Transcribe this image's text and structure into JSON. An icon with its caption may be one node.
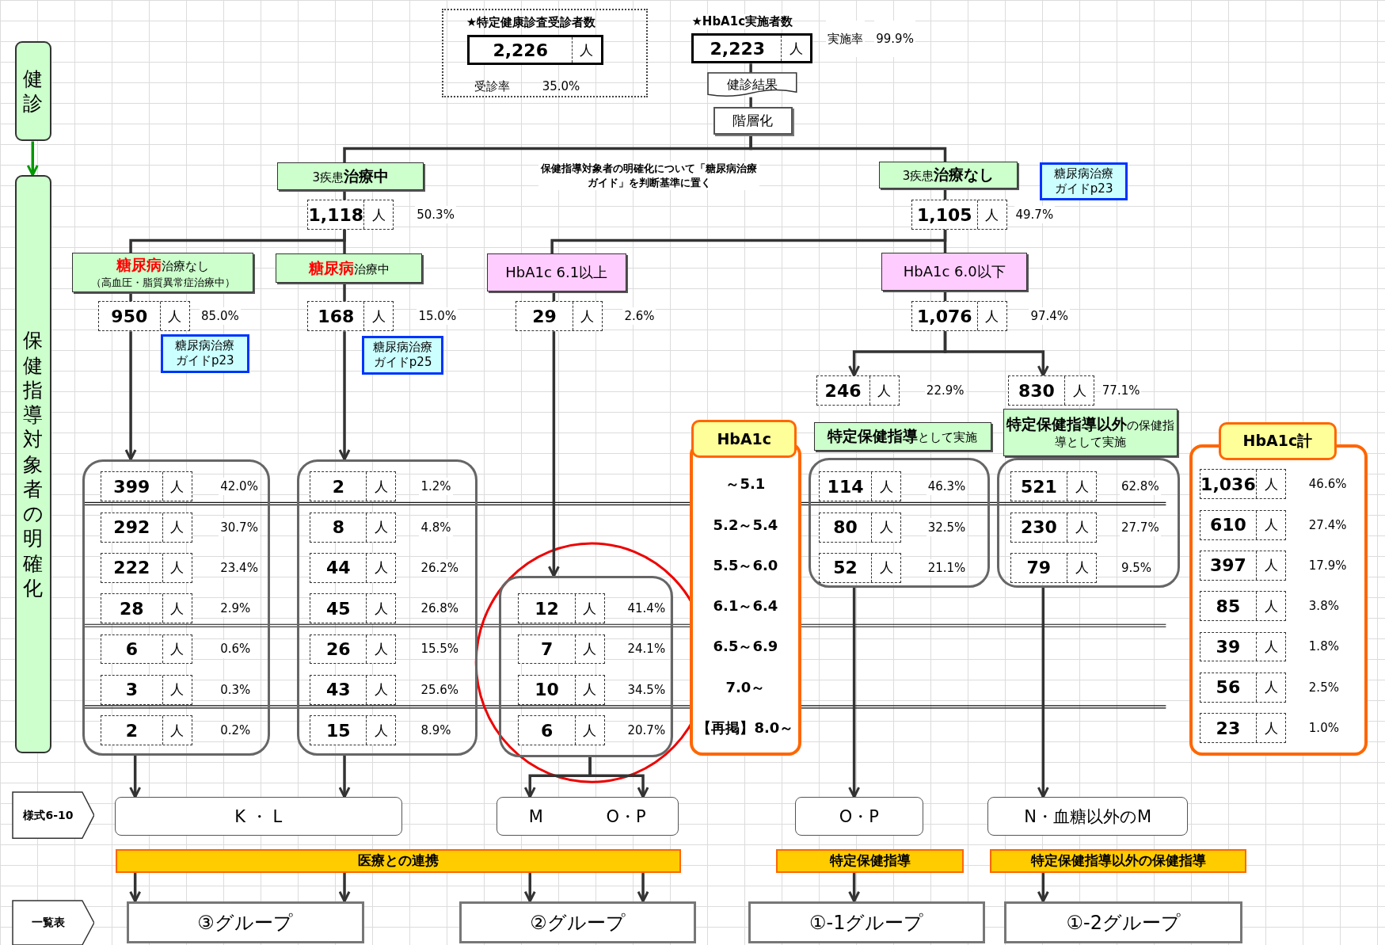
{
  "diagram": {
    "nodes": [
      {
        "text": [
          "健診"
        ]
      },
      {
        "text": [
          "保健指導対象者の明確化"
        ]
      },
      {
        "text": [
          "★特定健康診査受診者数",
          "受診率",
          "35.0%"
        ]
      },
      {
        "text": [
          "2,226",
          "人"
        ],
        "in": 2
      },
      {
        "text": [
          "★HbA1c実施者数",
          "2,223",
          "人"
        ],
        "beside": [
          "実施率",
          "99.9%"
        ]
      },
      {
        "text": [
          "健診結果"
        ]
      },
      {
        "text": [
          "階層化"
        ]
      },
      {
        "text": [
          "3疾患**治療中**"
        ]
      },
      {
        "text": [
          "1,118",
          "人"
        ],
        "beside": [
          "50.3%"
        ]
      },
      {
        "text": [
          "3疾患**治療なし**"
        ]
      },
      {
        "text": [
          "糖尿病治療ガイドp23"
        ]
      },
      {
        "text": [
          "1,105",
          "人"
        ],
        "beside": [
          "49.7%"
        ]
      },
      {
        "text": [
          "**糖尿病**治療なし",
          "（高血圧・脂質異常症治療中）"
        ]
      },
      {
        "text": [
          "**糖尿病**治療中"
        ]
      },
      {
        "text": [
          "HbA1c 6.1以上"
        ]
      },
      {
        "text": [
          "HbA1c 6.0以下"
        ]
      },
      {
        "text": [
          "950",
          "人"
        ],
        "beside": [
          "85.0%"
        ]
      },
      {
        "text": [
          "168",
          "人"
        ],
        "beside": [
          "15.0%"
        ]
      },
      {
        "text": [
          "29",
          "人"
        ],
        "beside": [
          "2.6%"
        ]
      },
      {
        "text": [
          "1,076",
          "人"
        ],
        "beside": [
          "97.4%"
        ]
      },
      {
        "text": [
          "糖尿病治療ガイドp23"
        ]
      },
      {
        "text": [
          "糖尿病治療ガイドp25"
        ]
      },
      {
        "text": [
          "246",
          "人"
        ],
        "beside": [
          "22.9%"
        ]
      },
      {
        "text": [
          "830",
          "人"
        ],
        "beside": [
          "77.1%"
        ]
      },
      {
        "text": [
          "HbA1c",
          "～5.1",
          "5.2～5.4",
          "5.5～6.0",
          "6.1～6.4",
          "6.5～6.9",
          "7.0～",
          "【再掲】8.0～"
        ]
      },
      {
        "text": [
          "**特定保健指導**として実施"
        ]
      },
      {
        "text": [
          "**特定保健指導以外**の保健指導として実施"
        ]
      },
      {
        "text": [
          "HbA1c計"
        ]
      },
      {
        "text": [],
        "shape": "box"
      },
      {
        "text": [
          "399",
          "人"
        ],
        "in": 28,
        "beside": [
          "42.0%"
        ]
      },
      {
        "text": [
          "292",
          "人"
        ],
        "in": 28,
        "beside": [
          "30.7%"
        ]
      },
      {
        "text": [
          "222",
          "人"
        ],
        "in": 28,
        "beside": [
          "23.4%"
        ]
      },
      {
        "text": [
          "28",
          "人"
        ],
        "in": 28,
        "beside": [
          "2.9%"
        ]
      },
      {
        "text": [
          "6",
          "人"
        ],
        "in": 28,
        "beside": [
          "0.6%"
        ]
      },
      {
        "text": [
          "3",
          "人"
        ],
        "in": 28,
        "beside": [
          "0.3%"
        ]
      },
      {
        "text": [
          "2",
          "人"
        ],
        "in": 28,
        "beside": [
          "0.2%"
        ]
      },
      {
        "text": [],
        "shape": "box"
      },
      {
        "text": [
          "2",
          "人"
        ],
        "in": 36,
        "beside": [
          "1.2%"
        ]
      },
      {
        "text": [
          "8",
          "人"
        ],
        "in": 36,
        "beside": [
          "4.8%"
        ]
      },
      {
        "text": [
          "44",
          "人"
        ],
        "in": 36,
        "beside": [
          "26.2%"
        ]
      },
      {
        "text": [
          "45",
          "人"
        ],
        "in": 36,
        "beside": [
          "26.8%"
        ]
      },
      {
        "text": [
          "26",
          "人"
        ],
        "in": 36,
        "beside": [
          "15.5%"
        ]
      },
      {
        "text": [
          "43",
          "人"
        ],
        "in": 36,
        "beside": [
          "25.6%"
        ]
      },
      {
        "text": [
          "15",
          "人"
        ],
        "in": 36,
        "beside": [
          "8.9%"
        ]
      },
      {
        "text": [],
        "shape": "box"
      },
      {
        "text": [
          "12",
          "人"
        ],
        "in": 44,
        "beside": [
          "41.4%"
        ]
      },
      {
        "text": [
          "7",
          "人"
        ],
        "in": 44,
        "beside": [
          "24.1%"
        ]
      },
      {
        "text": [
          "10",
          "人"
        ],
        "in": 44,
        "beside": [
          "34.5%"
        ]
      },
      {
        "text": [
          "6",
          "人"
        ],
        "in": 44,
        "beside": [
          "20.7%"
        ]
      },
      {
        "text": [],
        "shape": "box"
      },
      {
        "text": [
          "114",
          "人"
        ],
        "in": 49,
        "beside": [
          "46.3%"
        ]
      },
      {
        "text": [
          "80",
          "人"
        ],
        "in": 49,
        "beside": [
          "32.5%"
        ]
      },
      {
        "text": [
          "52",
          "人"
        ],
        "in": 49,
        "beside": [
          "21.1%"
        ]
      },
      {
        "text": [],
        "shape": "box"
      },
      {
        "text": [
          "521",
          "人"
        ],
        "in": 53,
        "beside": [
          "62.8%"
        ]
      },
      {
        "text": [
          "230",
          "人"
        ],
        "in": 53,
        "beside": [
          "27.7%"
        ]
      },
      {
        "text": [
          "79",
          "人"
        ],
        "in": 53,
        "beside": [
          "9.5%"
        ]
      },
      {
        "text": [
          "1,036",
          "人"
        ],
        "in": 27,
        "beside": [
          "46.6%"
        ]
      },
      {
        "text": [
          "610",
          "人"
        ],
        "in": 27,
        "beside": [
          "27.4%"
        ]
      },
      {
        "text": [
          "397",
          "人"
        ],
        "in": 27,
        "beside": [
          "17.9%"
        ]
      },
      {
        "text": [
          "85",
          "人"
        ],
        "in": 27,
        "beside": [
          "3.8%"
        ]
      },
      {
        "text": [
          "39",
          "人"
        ],
        "in": 27,
        "beside": [
          "1.8%"
        ]
      },
      {
        "text": [
          "56",
          "人"
        ],
        "in": 27,
        "beside": [
          "2.5%"
        ]
      },
      {
        "text": [
          "23",
          "人"
        ],
        "in": 27,
        "beside": [
          "1.0%"
        ]
      },
      {
        "text": [
          "様式6-10"
        ]
      },
      {
        "text": [
          "K ・ L"
        ]
      },
      {
        "text": [
          "M",
          "O・P"
        ]
      },
      {
        "text": [
          "O・P"
        ]
      },
      {
        "text": [
          "N・血糖以外のM"
        ]
      },
      {
        "text": [
          "医療との連携"
        ]
      },
      {
        "text": [
          "特定保健指導"
        ]
      },
      {
        "text": [
          "特定保健指導以外の保健指導"
        ]
      },
      {
        "text": [
          "一覧表"
        ]
      },
      {
        "text": [
          "③グループ"
        ]
      },
      {
        "text": [
          "②グループ"
        ]
      },
      {
        "text": [
          "①-1グループ"
        ]
      },
      {
        "text": [
          "①-2グループ"
        ]
      }
    ],
    "edges": [
      {
        "from": 0,
        "to": 1,
        "arrow": "to",
        "color": "#009900"
      },
      {
        "from": 4,
        "to": 5,
        "arrow": "none"
      },
      {
        "from": 5,
        "to": 6,
        "arrow": "none"
      },
      {
        "from": 6,
        "to": 7,
        "arrow": "none"
      },
      {
        "from": 6,
        "to": 9,
        "arrow": "none"
      },
      {
        "from": 7,
        "to": 8,
        "arrow": "none"
      },
      {
        "from": 8,
        "to": 12,
        "arrow": "none"
      },
      {
        "from": 8,
        "to": 13,
        "arrow": "none"
      },
      {
        "from": 9,
        "to": 11,
        "arrow": "none"
      },
      {
        "from": 11,
        "to": 14,
        "arrow": "none"
      },
      {
        "from": 11,
        "to": 15,
        "arrow": "none"
      },
      {
        "from": 12,
        "to": 16,
        "arrow": "none"
      },
      {
        "from": 13,
        "to": 17,
        "arrow": "none"
      },
      {
        "from": 14,
        "to": 18,
        "arrow": "none"
      },
      {
        "from": 15,
        "to": 19,
        "arrow": "none"
      },
      {
        "from": 16,
        "to": 28,
        "arrow": "to"
      },
      {
        "from": 17,
        "to": 36,
        "arrow": "to"
      },
      {
        "from": 18,
        "to": 44,
        "arrow": "to"
      },
      {
        "from": 19,
        "to": 22,
        "arrow": "to"
      },
      {
        "from": 19,
        "to": 23,
        "arrow": "to"
      },
      {
        "from": 28,
        "to": 65,
        "arrow": "to"
      },
      {
        "from": 36,
        "to": 65,
        "arrow": "to"
      },
      {
        "from": 44,
        "to": 66,
        "arrow": "to"
      },
      {
        "from": 44,
        "to": 66,
        "arrow": "to"
      },
      {
        "from": 49,
        "to": 67,
        "arrow": "to"
      },
      {
        "from": 53,
        "to": 68,
        "arrow": "to"
      },
      {
        "from": 69,
        "to": 73,
        "arrow": "to"
      },
      {
        "from": 69,
        "to": 73,
        "arrow": "to"
      },
      {
        "from": 69,
        "to": 74,
        "arrow": "to"
      },
      {
        "from": 69,
        "to": 74,
        "arrow": "to"
      },
      {
        "from": 70,
        "to": 75,
        "arrow": "to"
      },
      {
        "from": 71,
        "to": 76,
        "arrow": "to"
      }
    ],
    "labels": [
      "保健指導対象者の明確化について「糖尿病治療ガイド」を判断基準に置く"
    ]
  }
}
